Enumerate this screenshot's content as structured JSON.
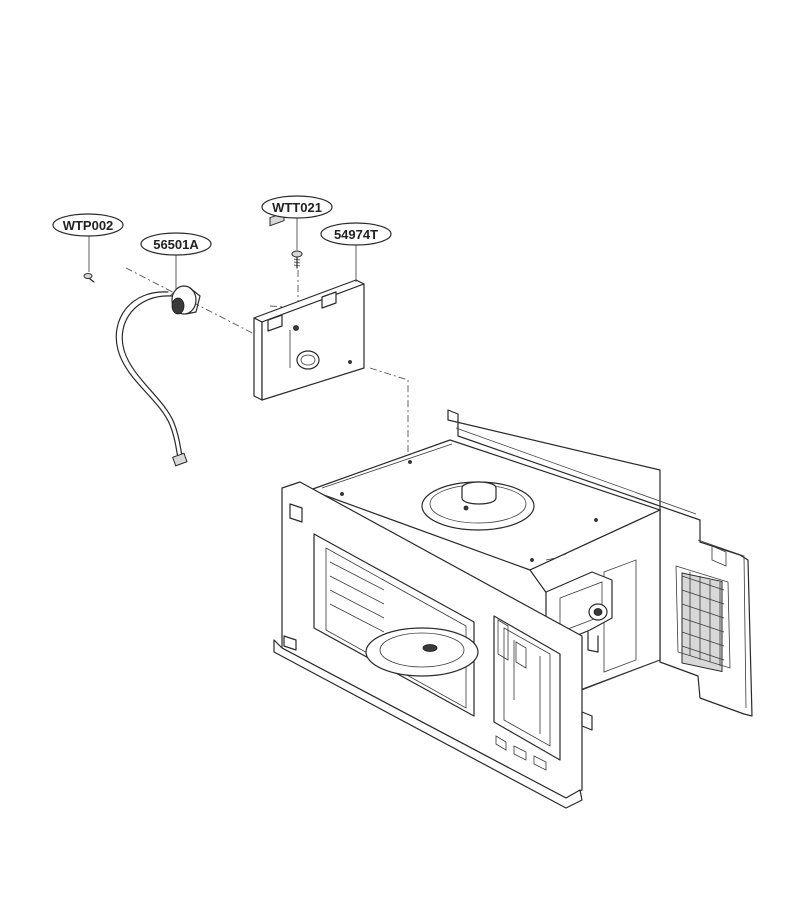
{
  "callouts": {
    "lamp_screw": "WTP002",
    "lamp_socket": "56501A",
    "bracket_screw": "WTT021",
    "lamp_bracket": "54974T"
  },
  "colors": {
    "line": "#2a2a2a",
    "callout_fill": "#ffffff",
    "background": "#ffffff"
  }
}
